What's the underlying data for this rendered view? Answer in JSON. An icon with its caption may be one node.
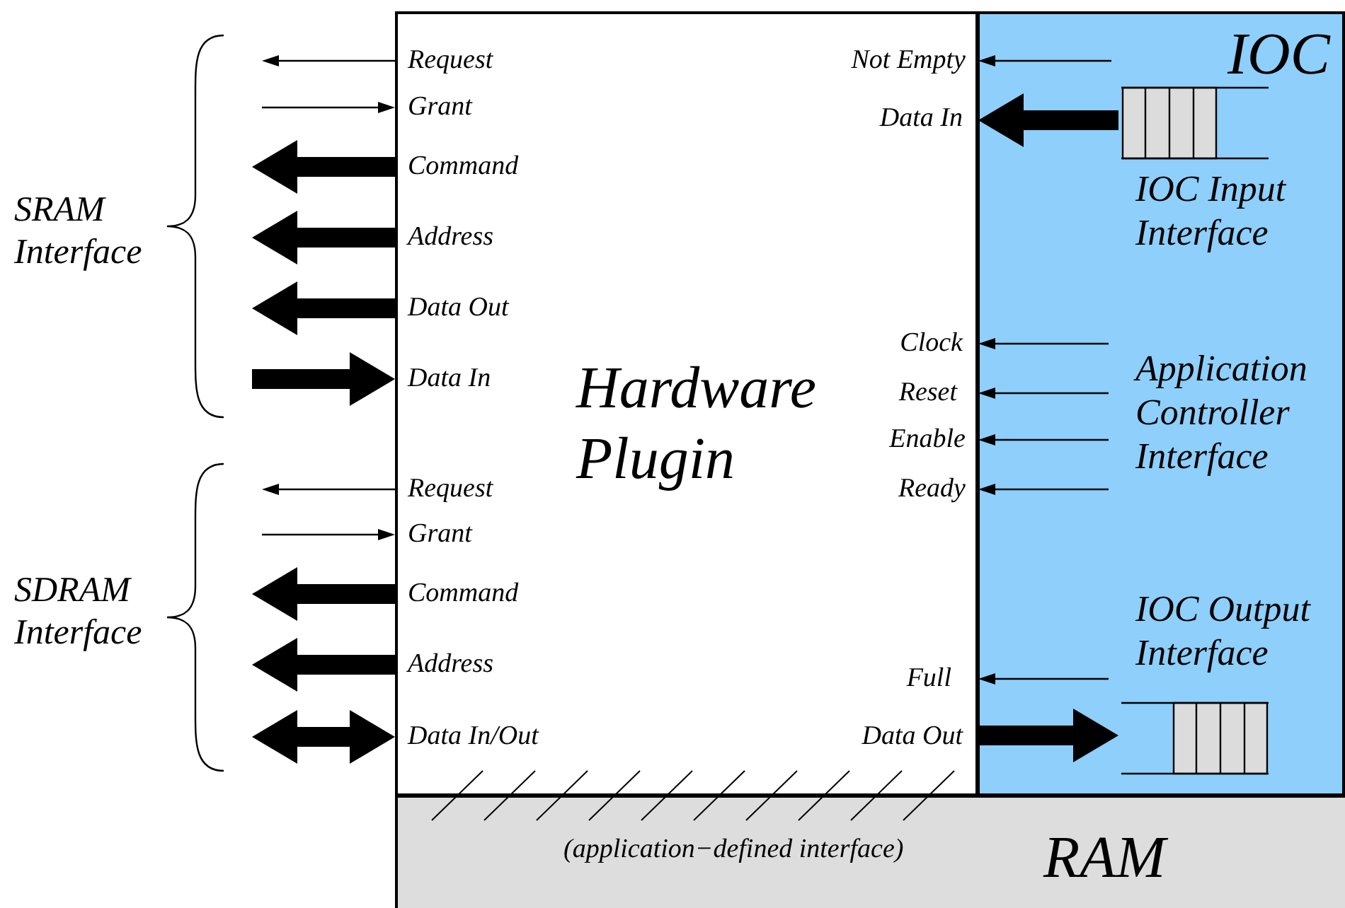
{
  "diagram": {
    "nodes": [
      {
        "text": [
          "Hardware Plugin"
        ]
      },
      {
        "text": [
          "IOC",
          "IOC Input Interface",
          "Application Controller Interface",
          "IOC Output Interface"
        ]
      },
      {
        "text": [],
        "shape": "box",
        "in": 1
      },
      {
        "text": [],
        "shape": "box",
        "in": 1
      },
      {
        "text": [
          "(application−defined interface)",
          "RAM"
        ]
      }
    ],
    "edges": [
      {
        "from": 0,
        "to": null,
        "arrow": "to"
      },
      {
        "from": null,
        "to": 0,
        "arrow": "to"
      },
      {
        "from": 0,
        "to": null,
        "arrow": "to",
        "style": "thick"
      },
      {
        "from": 0,
        "to": null,
        "arrow": "to",
        "style": "thick"
      },
      {
        "from": 0,
        "to": null,
        "arrow": "to",
        "style": "thick"
      },
      {
        "from": null,
        "to": 0,
        "arrow": "to",
        "style": "thick"
      },
      {
        "from": 0,
        "to": null,
        "arrow": "to"
      },
      {
        "from": null,
        "to": 0,
        "arrow": "to"
      },
      {
        "from": 0,
        "to": null,
        "arrow": "to",
        "style": "thick"
      },
      {
        "from": 0,
        "to": null,
        "arrow": "to",
        "style": "thick"
      },
      {
        "from": 0,
        "to": null,
        "arrow": "both",
        "style": "thick"
      },
      {
        "from": null,
        "to": 0,
        "arrow": "to"
      },
      {
        "from": 2,
        "to": 0,
        "arrow": "to",
        "style": "thick"
      },
      {
        "from": null,
        "to": 0,
        "arrow": "to"
      },
      {
        "from": null,
        "to": 0,
        "arrow": "to"
      },
      {
        "from": null,
        "to": 0,
        "arrow": "to"
      },
      {
        "from": null,
        "to": 0,
        "arrow": "to"
      },
      {
        "from": null,
        "to": 0,
        "arrow": "to"
      },
      {
        "from": 0,
        "to": 3,
        "arrow": "to",
        "style": "thick"
      }
    ],
    "labels": [
      "Request",
      "Grant",
      "Command",
      "Address",
      "Data Out",
      "Data In",
      "SRAM Interface",
      "Request",
      "Grant",
      "Command",
      "Address",
      "Data In/Out",
      "SDRAM Interface",
      "Not Empty",
      "Data In",
      "Clock",
      "Reset",
      "Enable",
      "Ready",
      "Full",
      "Data Out"
    ]
  }
}
